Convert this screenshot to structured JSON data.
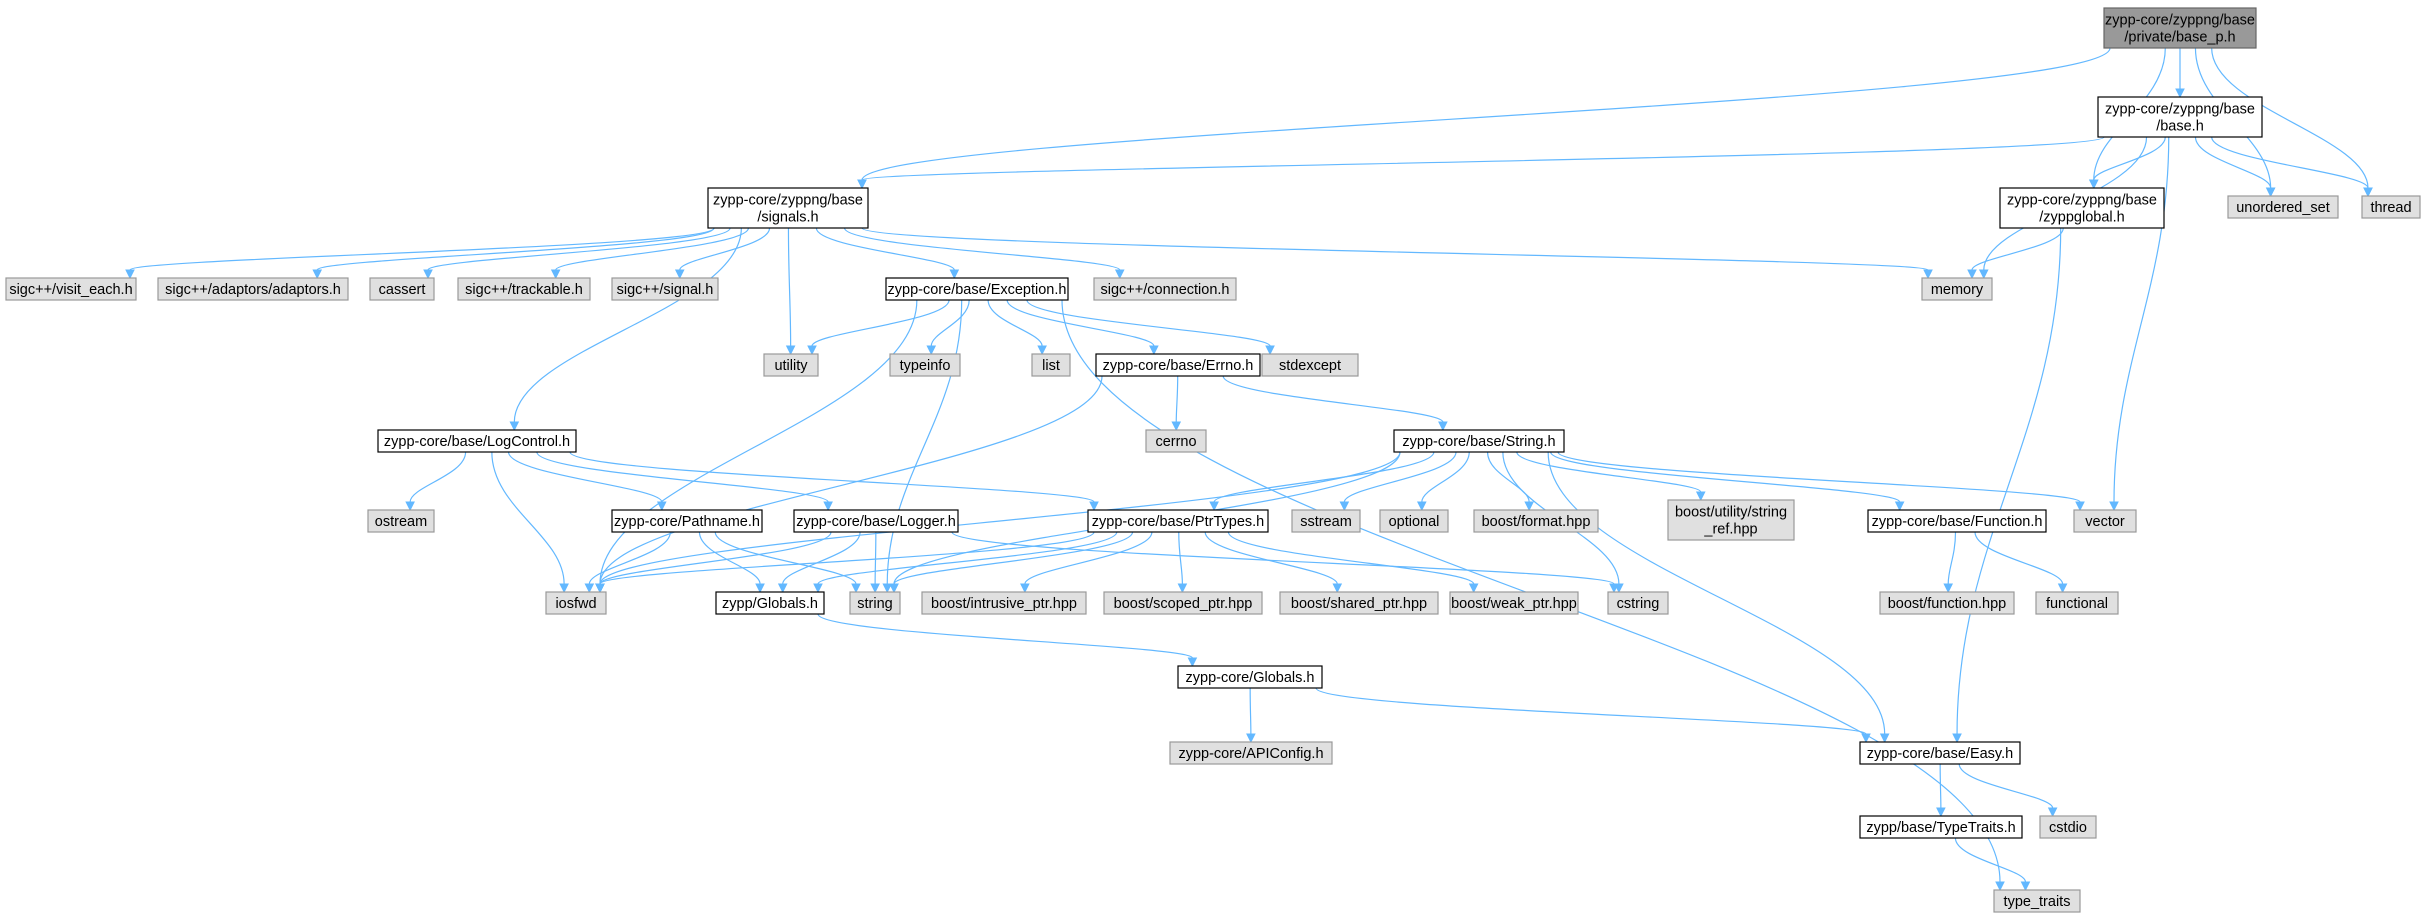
{
  "title": "",
  "colors": {
    "root_fill": "#999999",
    "doc_fill": "#ffffff",
    "doc_stroke": "#000000",
    "ext_fill": "#e0e0e0",
    "ext_stroke": "#999999",
    "edge": "#63b8ff"
  },
  "nodes": [
    {
      "id": "base_p",
      "kind": "root",
      "lines": [
        "zypp-core/zyppng/base",
        "/private/base_p.h"
      ]
    },
    {
      "id": "base_h",
      "kind": "doc",
      "lines": [
        "zypp-core/zyppng/base",
        "/base.h"
      ]
    },
    {
      "id": "signals",
      "kind": "doc",
      "lines": [
        "zypp-core/zyppng/base",
        "/signals.h"
      ]
    },
    {
      "id": "zyppglobal",
      "kind": "doc",
      "lines": [
        "zypp-core/zyppng/base",
        "/zyppglobal.h"
      ]
    },
    {
      "id": "unordered_set",
      "kind": "ext",
      "lines": [
        "unordered_set"
      ]
    },
    {
      "id": "thread",
      "kind": "ext",
      "lines": [
        "thread"
      ]
    },
    {
      "id": "visit_each",
      "kind": "ext",
      "lines": [
        "sigc++/visit_each.h"
      ]
    },
    {
      "id": "adaptors",
      "kind": "ext",
      "lines": [
        "sigc++/adaptors/adaptors.h"
      ]
    },
    {
      "id": "cassert",
      "kind": "ext",
      "lines": [
        "cassert"
      ]
    },
    {
      "id": "trackable",
      "kind": "ext",
      "lines": [
        "sigc++/trackable.h"
      ]
    },
    {
      "id": "sigsignal",
      "kind": "ext",
      "lines": [
        "sigc++/signal.h"
      ]
    },
    {
      "id": "exception",
      "kind": "doc",
      "lines": [
        "zypp-core/base/Exception.h"
      ]
    },
    {
      "id": "connection",
      "kind": "ext",
      "lines": [
        "sigc++/connection.h"
      ]
    },
    {
      "id": "memory",
      "kind": "ext",
      "lines": [
        "memory"
      ]
    },
    {
      "id": "utility",
      "kind": "ext",
      "lines": [
        "utility"
      ]
    },
    {
      "id": "typeinfo",
      "kind": "ext",
      "lines": [
        "typeinfo"
      ]
    },
    {
      "id": "list",
      "kind": "ext",
      "lines": [
        "list"
      ]
    },
    {
      "id": "errno",
      "kind": "doc",
      "lines": [
        "zypp-core/base/Errno.h"
      ]
    },
    {
      "id": "stdexcept",
      "kind": "ext",
      "lines": [
        "stdexcept"
      ]
    },
    {
      "id": "cerrno",
      "kind": "ext",
      "lines": [
        "cerrno"
      ]
    },
    {
      "id": "logcontrol",
      "kind": "doc",
      "lines": [
        "zypp-core/base/LogControl.h"
      ]
    },
    {
      "id": "string_h",
      "kind": "doc",
      "lines": [
        "zypp-core/base/String.h"
      ]
    },
    {
      "id": "ostream",
      "kind": "ext",
      "lines": [
        "ostream"
      ]
    },
    {
      "id": "pathname",
      "kind": "doc",
      "lines": [
        "zypp-core/Pathname.h"
      ]
    },
    {
      "id": "logger",
      "kind": "doc",
      "lines": [
        "zypp-core/base/Logger.h"
      ]
    },
    {
      "id": "ptrtypes",
      "kind": "doc",
      "lines": [
        "zypp-core/base/PtrTypes.h"
      ]
    },
    {
      "id": "sstream",
      "kind": "ext",
      "lines": [
        "sstream"
      ]
    },
    {
      "id": "optional",
      "kind": "ext",
      "lines": [
        "optional"
      ]
    },
    {
      "id": "boostformat",
      "kind": "ext",
      "lines": [
        "boost/format.hpp"
      ]
    },
    {
      "id": "stringref",
      "kind": "ext",
      "lines": [
        "boost/utility/string",
        "_ref.hpp"
      ]
    },
    {
      "id": "function_h",
      "kind": "doc",
      "lines": [
        "zypp-core/base/Function.h"
      ]
    },
    {
      "id": "vector",
      "kind": "ext",
      "lines": [
        "vector"
      ]
    },
    {
      "id": "iosfwd",
      "kind": "ext",
      "lines": [
        "iosfwd"
      ]
    },
    {
      "id": "zyppglobals",
      "kind": "doc",
      "lines": [
        "zypp/Globals.h"
      ]
    },
    {
      "id": "string",
      "kind": "ext",
      "lines": [
        "string"
      ]
    },
    {
      "id": "intrusive",
      "kind": "ext",
      "lines": [
        "boost/intrusive_ptr.hpp"
      ]
    },
    {
      "id": "scoped",
      "kind": "ext",
      "lines": [
        "boost/scoped_ptr.hpp"
      ]
    },
    {
      "id": "shared",
      "kind": "ext",
      "lines": [
        "boost/shared_ptr.hpp"
      ]
    },
    {
      "id": "weak",
      "kind": "ext",
      "lines": [
        "boost/weak_ptr.hpp"
      ]
    },
    {
      "id": "cstring",
      "kind": "ext",
      "lines": [
        "cstring"
      ]
    },
    {
      "id": "boostfunction",
      "kind": "ext",
      "lines": [
        "boost/function.hpp"
      ]
    },
    {
      "id": "functional",
      "kind": "ext",
      "lines": [
        "functional"
      ]
    },
    {
      "id": "coreglobals",
      "kind": "doc",
      "lines": [
        "zypp-core/Globals.h"
      ]
    },
    {
      "id": "apiconfig",
      "kind": "ext",
      "lines": [
        "zypp-core/APIConfig.h"
      ]
    },
    {
      "id": "easy",
      "kind": "doc",
      "lines": [
        "zypp-core/base/Easy.h"
      ]
    },
    {
      "id": "cstdio",
      "kind": "ext",
      "lines": [
        "cstdio"
      ]
    },
    {
      "id": "typetraits_h",
      "kind": "doc",
      "lines": [
        "zypp/base/TypeTraits.h"
      ]
    },
    {
      "id": "type_traits",
      "kind": "ext",
      "lines": [
        "type_traits"
      ]
    }
  ],
  "edges": [
    [
      "base_p",
      "base_h"
    ],
    [
      "base_p",
      "signals"
    ],
    [
      "base_p",
      "zyppglobal"
    ],
    [
      "base_p",
      "unordered_set"
    ],
    [
      "base_p",
      "thread"
    ],
    [
      "base_h",
      "signals"
    ],
    [
      "base_h",
      "zyppglobal"
    ],
    [
      "base_h",
      "memory"
    ],
    [
      "base_h",
      "unordered_set"
    ],
    [
      "base_h",
      "thread"
    ],
    [
      "base_h",
      "vector"
    ],
    [
      "zyppglobal",
      "memory"
    ],
    [
      "zyppglobal",
      "easy"
    ],
    [
      "signals",
      "visit_each"
    ],
    [
      "signals",
      "adaptors"
    ],
    [
      "signals",
      "cassert"
    ],
    [
      "signals",
      "trackable"
    ],
    [
      "signals",
      "sigsignal"
    ],
    [
      "signals",
      "exception"
    ],
    [
      "signals",
      "connection"
    ],
    [
      "signals",
      "memory"
    ],
    [
      "signals",
      "utility"
    ],
    [
      "signals",
      "logcontrol"
    ],
    [
      "exception",
      "utility"
    ],
    [
      "exception",
      "typeinfo"
    ],
    [
      "exception",
      "list"
    ],
    [
      "exception",
      "errno"
    ],
    [
      "exception",
      "stdexcept"
    ],
    [
      "exception",
      "iosfwd"
    ],
    [
      "exception",
      "string"
    ],
    [
      "exception",
      "type_traits"
    ],
    [
      "errno",
      "cerrno"
    ],
    [
      "errno",
      "string_h"
    ],
    [
      "errno",
      "iosfwd"
    ],
    [
      "logcontrol",
      "ostream"
    ],
    [
      "logcontrol",
      "iosfwd"
    ],
    [
      "logcontrol",
      "pathname"
    ],
    [
      "logcontrol",
      "logger"
    ],
    [
      "logcontrol",
      "ptrtypes"
    ],
    [
      "string_h",
      "iosfwd"
    ],
    [
      "string_h",
      "string"
    ],
    [
      "string_h",
      "ptrtypes"
    ],
    [
      "string_h",
      "sstream"
    ],
    [
      "string_h",
      "optional"
    ],
    [
      "string_h",
      "boostformat"
    ],
    [
      "string_h",
      "stringref"
    ],
    [
      "string_h",
      "function_h"
    ],
    [
      "string_h",
      "vector"
    ],
    [
      "string_h",
      "cstring"
    ],
    [
      "string_h",
      "easy"
    ],
    [
      "pathname",
      "iosfwd"
    ],
    [
      "pathname",
      "zyppglobals"
    ],
    [
      "pathname",
      "string"
    ],
    [
      "logger",
      "iosfwd"
    ],
    [
      "logger",
      "zyppglobals"
    ],
    [
      "logger",
      "string"
    ],
    [
      "logger",
      "cstring"
    ],
    [
      "ptrtypes",
      "iosfwd"
    ],
    [
      "ptrtypes",
      "string"
    ],
    [
      "ptrtypes",
      "zyppglobals"
    ],
    [
      "ptrtypes",
      "intrusive"
    ],
    [
      "ptrtypes",
      "scoped"
    ],
    [
      "ptrtypes",
      "shared"
    ],
    [
      "ptrtypes",
      "weak"
    ],
    [
      "function_h",
      "boostfunction"
    ],
    [
      "function_h",
      "functional"
    ],
    [
      "zyppglobals",
      "coreglobals"
    ],
    [
      "coreglobals",
      "apiconfig"
    ],
    [
      "coreglobals",
      "easy"
    ],
    [
      "easy",
      "cstdio"
    ],
    [
      "easy",
      "typetraits_h"
    ],
    [
      "typetraits_h",
      "type_traits"
    ]
  ]
}
